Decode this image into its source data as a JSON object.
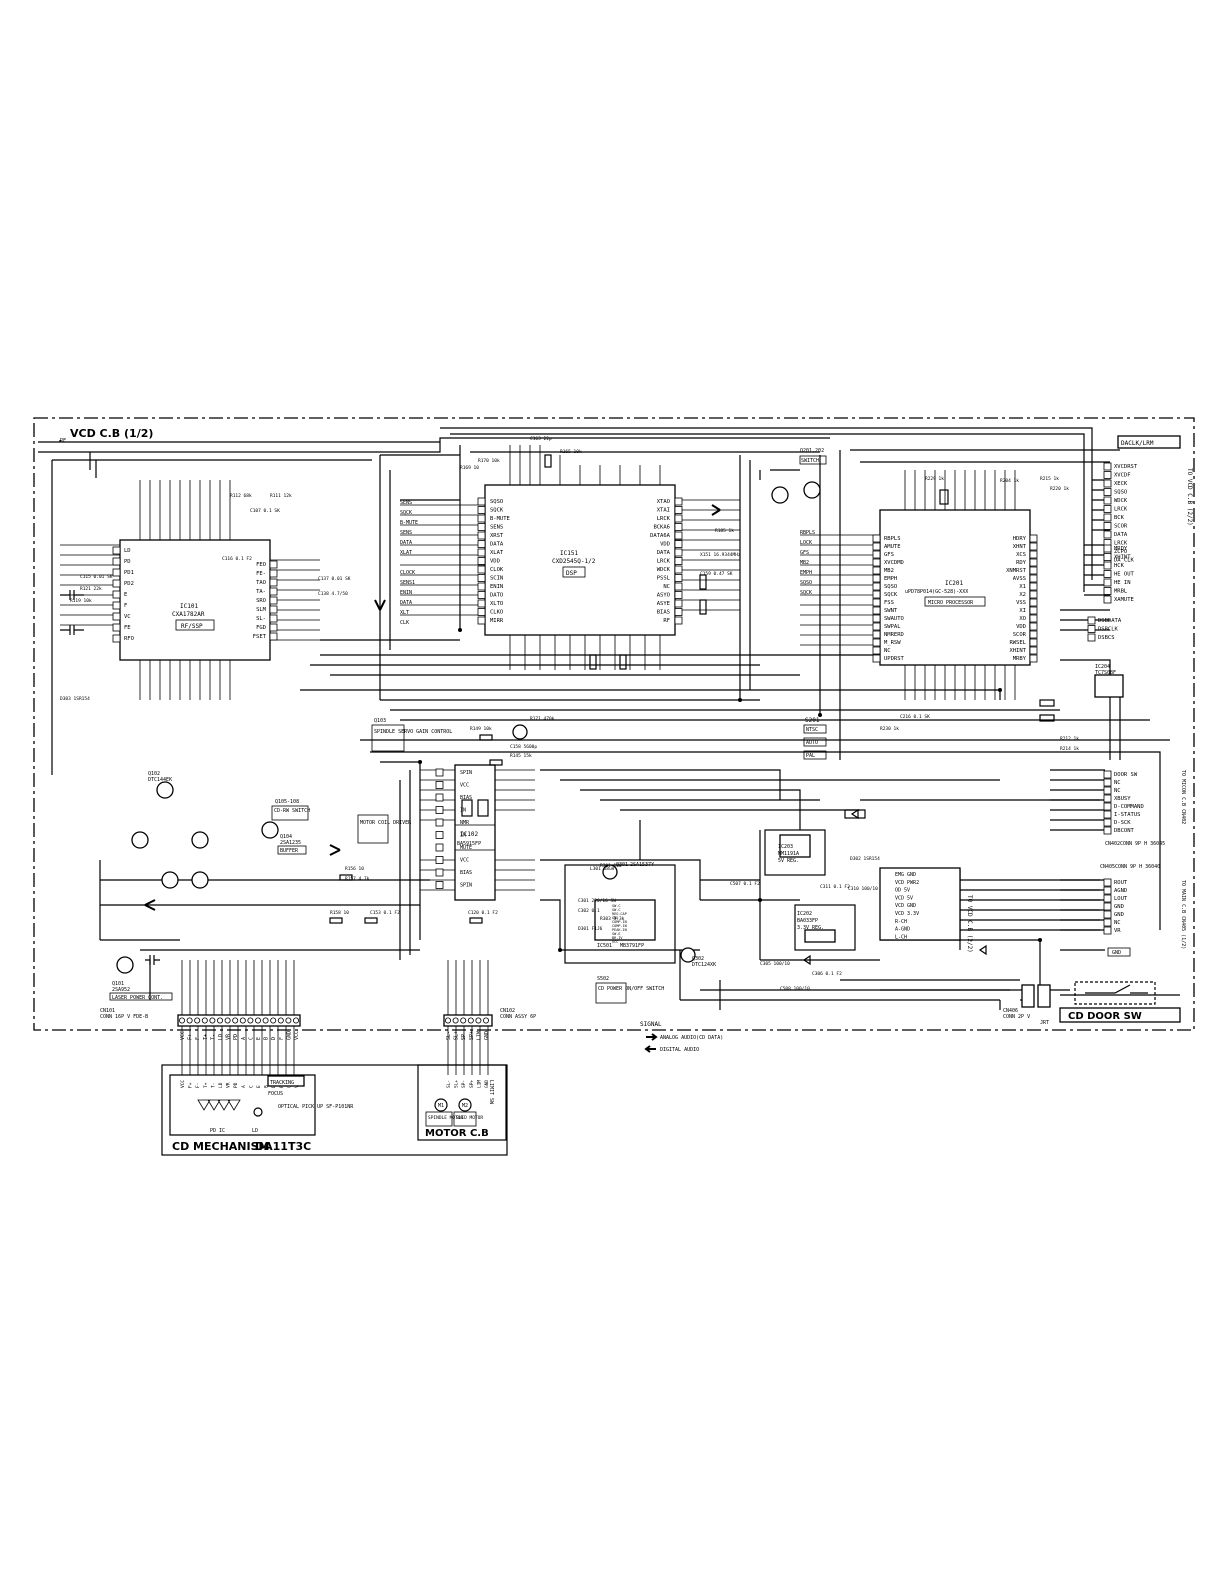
{
  "board_title": "VCD C.B (1/2)",
  "rf_label": "RF",
  "ic101": {
    "ref": "IC101",
    "part": "CXA1782AR",
    "function": "RF/SSP",
    "left_pins": [
      "LD",
      "PD",
      "PD1",
      "PD2",
      "E",
      "F",
      "VC",
      "FE",
      "RFO"
    ],
    "right_pins": [
      "FEO",
      "FE-",
      "TAO",
      "TA-",
      "SRO",
      "SLM",
      "SL-",
      "FGD",
      "FSET"
    ]
  },
  "ic151": {
    "ref": "IC151",
    "part": "CXD2545Q-1/2",
    "function": "DSP",
    "left_pins": [
      "SQSO",
      "SQCK",
      "B-MUTE",
      "SENS",
      "XRST",
      "DATA",
      "XLAT",
      "VDD",
      "CLOK",
      "SCIN",
      "ENIN",
      "DATO",
      "XLTO",
      "CLKO",
      "MIRR"
    ],
    "right_pins": [
      "XTAO",
      "XTAI",
      "LRCK",
      "BCKA6",
      "DATA6A",
      "VDD",
      "DATA",
      "LRCK",
      "WDCK",
      "PSSL",
      "NC",
      "ASYO",
      "ASYE",
      "BIAS",
      "RF"
    ]
  },
  "ic201": {
    "ref": "IC201",
    "part": "uPD78P014(GC-528)-XXX",
    "function": "MICRO PROCESSOR",
    "left_pins": [
      "RBPLS",
      "AMUTE",
      "GFS",
      "XVCDMD",
      "MB2",
      "EMPH",
      "SQSO",
      "SQCK",
      "FSS",
      "SWNT",
      "SWAUTO",
      "SWPAL",
      "NMRERD",
      "M_RSW",
      "NC",
      "UPDRST"
    ],
    "right_pins": [
      "HDRY",
      "XHNT",
      "XCS",
      "RDY",
      "XNMRST",
      "AVSS",
      "X1",
      "X2",
      "VSS",
      "XI",
      "XO",
      "VDD",
      "SCOR",
      "RWSEL",
      "XHINT",
      "MRBY"
    ]
  },
  "ic102": {
    "ref": "IC102",
    "part": "BA5915FP",
    "function": "MOTOR COIL DRIVER",
    "pins": [
      "SPIN",
      "VCC",
      "BIAS",
      "IN",
      "NMR",
      "IN",
      "MUTE",
      "VCC",
      "BIAS",
      "SPIN"
    ]
  },
  "ic501": {
    "ref": "IC501",
    "part": "MB3791FP",
    "rows": [
      "SW.C",
      "SW.C",
      "REG.CAP",
      "GND",
      "COMP.IN",
      "COMP.IN",
      "PEAK.IN",
      "SW.E",
      "BR.IV",
      "VCC"
    ]
  },
  "regs": [
    {
      "ref": "IC203",
      "part": "MM1191A",
      "desc": "5V REG."
    },
    {
      "ref": "IC202",
      "part": "BA033FP",
      "desc": "3.3V REG."
    },
    {
      "ref": "IC204",
      "part": "TC7S08F"
    }
  ],
  "transistors": [
    {
      "ref": "Q101",
      "part": "2SA952",
      "desc": "LASER POWER CONT."
    },
    {
      "ref": "Q102",
      "part": "DTC144EK"
    },
    {
      "ref": "Q103",
      "desc": "SPINDLE SERVO GAIN CONTROL"
    },
    {
      "ref": "Q104",
      "part": "2SA1235",
      "desc": "BUFFER"
    },
    {
      "ref": "Q105-108",
      "desc": "CD-RW SWITCH"
    },
    {
      "ref": "Q201,202",
      "desc": "SWITCH"
    },
    {
      "ref": "Q301",
      "part": "2SA1537Y"
    },
    {
      "ref": "Q302",
      "part": "DTC124XK"
    }
  ],
  "switches": [
    {
      "ref": "S201",
      "position": "NTSC",
      "label_auto": "AUTO",
      "label_pal": "PAL"
    },
    {
      "ref": "S502",
      "desc": "CD POWER ON/OFF SWITCH"
    }
  ],
  "right_upper_signals": [
    "XVCDRST",
    "XVCDF",
    "XECK",
    "SQSO",
    "WDCK",
    "LRCK",
    "BCK",
    "SCOR",
    "DATA",
    "LRCK",
    "ZCPO",
    "DA CLK"
  ],
  "right_upper_target": "TO VCD C.B (2/2)",
  "right_mid_signals": [
    "MRDY",
    "XHINT",
    "HCK",
    "HE OUT",
    "HE IN",
    "MRBL",
    "XAMUTE"
  ],
  "dsp_bus_signals": [
    "DSBDATA",
    "DSBCLK",
    "DSBCS"
  ],
  "door_connector": {
    "ref": "CN402",
    "desc": "CONN 9P H 36045",
    "pins": [
      "DOOR SW",
      "NC",
      "NC",
      "XBUSY",
      "D-COMMAND",
      "I-STATUS",
      "D-SCK",
      "DBCONT"
    ],
    "target": "TO MICON C.B CN402"
  },
  "main_connector": {
    "ref": "CN405",
    "desc": "CONN 9P H 36040",
    "pins": [
      "ROUT",
      "AGND",
      "LOUT",
      "GND",
      "GND",
      "NC",
      "VR"
    ],
    "target": "TO MAIN C.B CN405 (1/2)"
  },
  "vcd2_connector": {
    "target": "TO VCD C.B (2/2)",
    "pins": [
      "EMG GND",
      "VCD PWR2",
      "OD 5V",
      "VCD 5V",
      "VCD GND",
      "VCD 3.3V",
      "R-CH",
      "A-GND",
      "L-CH"
    ]
  },
  "cn101": {
    "ref": "CN101",
    "desc": "CONN 16P V FDE-B",
    "pins": [
      "VCC",
      "F+",
      "F-",
      "T+",
      "T-",
      "LD",
      "VR",
      "PD",
      "A",
      "C",
      "E",
      "B",
      "D",
      "F",
      "GND",
      "VCC"
    ]
  },
  "cn102": {
    "ref": "CN102",
    "desc": "CONN ASSY 6P",
    "pins": [
      "SL-",
      "SL+",
      "SP-",
      "SP+",
      "LIM",
      "GND"
    ]
  },
  "cn406": {
    "ref": "CN406",
    "desc": "CONN 2P V",
    "suffix": "JRT"
  },
  "cd_mechanism": {
    "title": "CD MECHANISM",
    "model": "DA11T3C",
    "tracking": "TRACKING",
    "focus": "FOCUS",
    "pickup": "OPTICAL PICK UP SF-P101NR",
    "pd_ic": "PD IC",
    "ld": "LD"
  },
  "motor_cb": {
    "title": "MOTOR C.B",
    "spindle": "SPINDLE MOTOR",
    "sled": "SLED MOTOR",
    "limit": "LIMIT SW",
    "m1": "M1",
    "m2": "M2"
  },
  "cd_door_sw": "CD DOOR SW",
  "legend": {
    "title": "SIGNAL",
    "analog": "ANALOG AUDIO(CD DATA)",
    "digital": "DIGITAL AUDIO"
  },
  "bus_labels": [
    "SENS",
    "SQCK",
    "B-MUTE",
    "SENS",
    "DATA",
    "XLAT",
    "CLOCK",
    "SENS1",
    "ENIN",
    "DATA",
    "XLT",
    "CLK",
    "RBPLS",
    "LOCK",
    "GFS",
    "MB2",
    "EMPH",
    "SQSO",
    "SQCK"
  ],
  "part_labels": [
    "R171 470k",
    "C158 5600p",
    "R145 15k",
    "R149 10k",
    "R156 10",
    "R157 4.7k",
    "R158 10",
    "C153 0.1 F2",
    "C120 0.1 F2",
    "R169 10",
    "C163 22p",
    "R170 10k",
    "R165 10k",
    "X151 16.9344MHz",
    "C159 0.47 SK",
    "R185 1k",
    "C137 0.01 SK",
    "C138 4.7/50",
    "C115 0.01 SK",
    "R121 22k",
    "R119 10k",
    "C116 0.1 F2",
    "R112 68k",
    "R111 12k",
    "C107 0.1 SK",
    "R229 1k",
    "R215 1k",
    "R204 1k",
    "R220 1k",
    "R212 1k",
    "R214 1k",
    "C216 0.1 SK",
    "R230 1k",
    "R301 100",
    "C301 220/16 SW",
    "C302 0.1",
    "R303 3.3k",
    "L301 68uH",
    "D301 F1J6",
    "C306 0.1 F2",
    "C305 100/10",
    "C508 100/10",
    "C507 0.1 F2",
    "C311 0.1 F2",
    "C310 100/10",
    "D302 1SR154",
    "D303 1SR154"
  ],
  "colors": {
    "ink": "#000000",
    "paper": "#ffffff"
  }
}
